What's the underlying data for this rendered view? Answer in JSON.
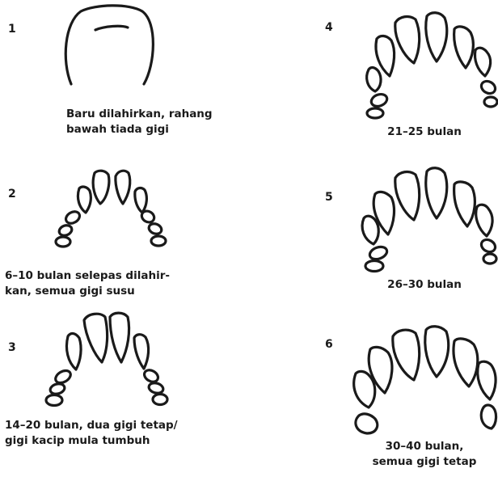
{
  "panels": [
    {
      "number": "1",
      "caption_lines": [
        "Baru dilahirkan, rahang",
        "bawah tiada gigi"
      ]
    },
    {
      "number": "2",
      "caption_lines": [
        "6–10 bulan selepas dilahir-",
        "kan, semua gigi susu"
      ]
    },
    {
      "number": "3",
      "caption_lines": [
        "14–20 bulan, dua gigi tetap/",
        "gigi kacip mula tumbuh"
      ]
    },
    {
      "number": "4",
      "caption_lines": [
        "21–25 bulan"
      ]
    },
    {
      "number": "5",
      "caption_lines": [
        "26–30 bulan"
      ]
    },
    {
      "number": "6",
      "caption_lines": [
        "30–40 bulan,",
        "semua gigi tetap"
      ]
    }
  ]
}
